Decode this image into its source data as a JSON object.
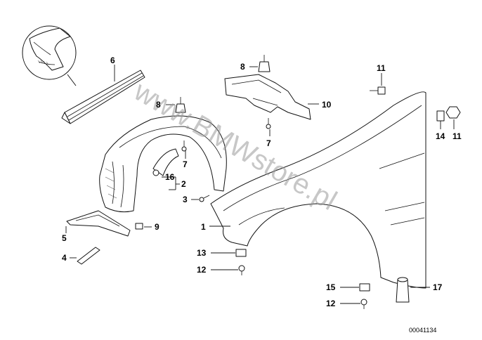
{
  "diagram": {
    "watermark": "www.BMWstore.pl",
    "reference_number": "00041134",
    "callouts": [
      {
        "id": "c1",
        "text": "1"
      },
      {
        "id": "c2",
        "text": "2"
      },
      {
        "id": "c3",
        "text": "3"
      },
      {
        "id": "c4",
        "text": "4"
      },
      {
        "id": "c5",
        "text": "5"
      },
      {
        "id": "c6",
        "text": "6"
      },
      {
        "id": "c7a",
        "text": "7"
      },
      {
        "id": "c7b",
        "text": "7"
      },
      {
        "id": "c8a",
        "text": "8"
      },
      {
        "id": "c8b",
        "text": "8"
      },
      {
        "id": "c9",
        "text": "9"
      },
      {
        "id": "c10",
        "text": "10"
      },
      {
        "id": "c11a",
        "text": "11"
      },
      {
        "id": "c11b",
        "text": "11"
      },
      {
        "id": "c12a",
        "text": "12"
      },
      {
        "id": "c12b",
        "text": "12"
      },
      {
        "id": "c13",
        "text": "13"
      },
      {
        "id": "c14",
        "text": "14"
      },
      {
        "id": "c15",
        "text": "15"
      },
      {
        "id": "c16",
        "text": "16"
      },
      {
        "id": "c17",
        "text": "17"
      }
    ]
  }
}
